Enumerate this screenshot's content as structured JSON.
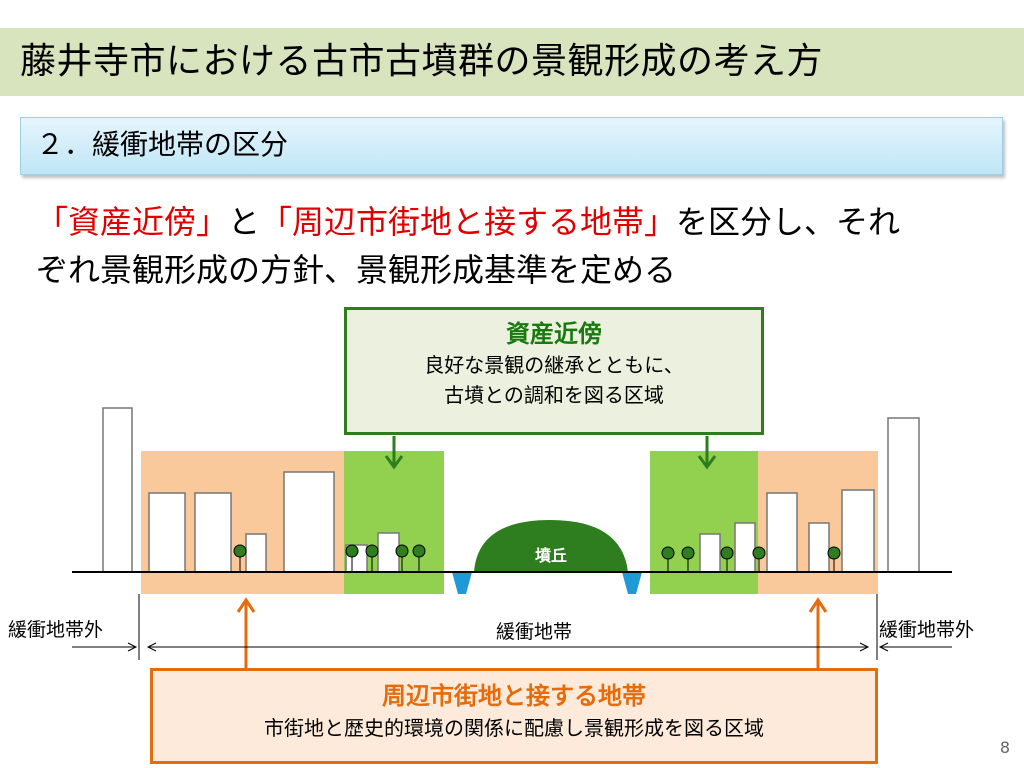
{
  "title": "藤井寺市における古市古墳群の景観形成の考え方",
  "section": "２．緩衝地帯の区分",
  "lead": {
    "q1": "「資産近傍」",
    "and": "と",
    "q2": "「周辺市街地と接する地帯」",
    "rest1": "を区分し、それ",
    "line2": "ぞれ景観形成の方針、景観形成基準を定める"
  },
  "near_asset": {
    "heading": "資産近傍",
    "desc_line1": "良好な景観の継承とともに、",
    "desc_line2": "古墳との調和を図る区域"
  },
  "urban_zone": {
    "heading": "周辺市街地と接する地帯",
    "desc": "市街地と歴史的環境の関係に配慮し景観形成を図る区域"
  },
  "mound_label": "墳丘",
  "buffer_label": "緩衝地帯",
  "outside_left": "緩衝地帯外",
  "outside_right": "緩衝地帯外",
  "page_number": "8",
  "colors": {
    "title_bg": "#d7e4bd",
    "orange_zone": "#f9c89b",
    "green_zone": "#92d050",
    "mound": "#2e7d1e",
    "accent_red": "#e00000",
    "accent_orange": "#e46c0a"
  }
}
